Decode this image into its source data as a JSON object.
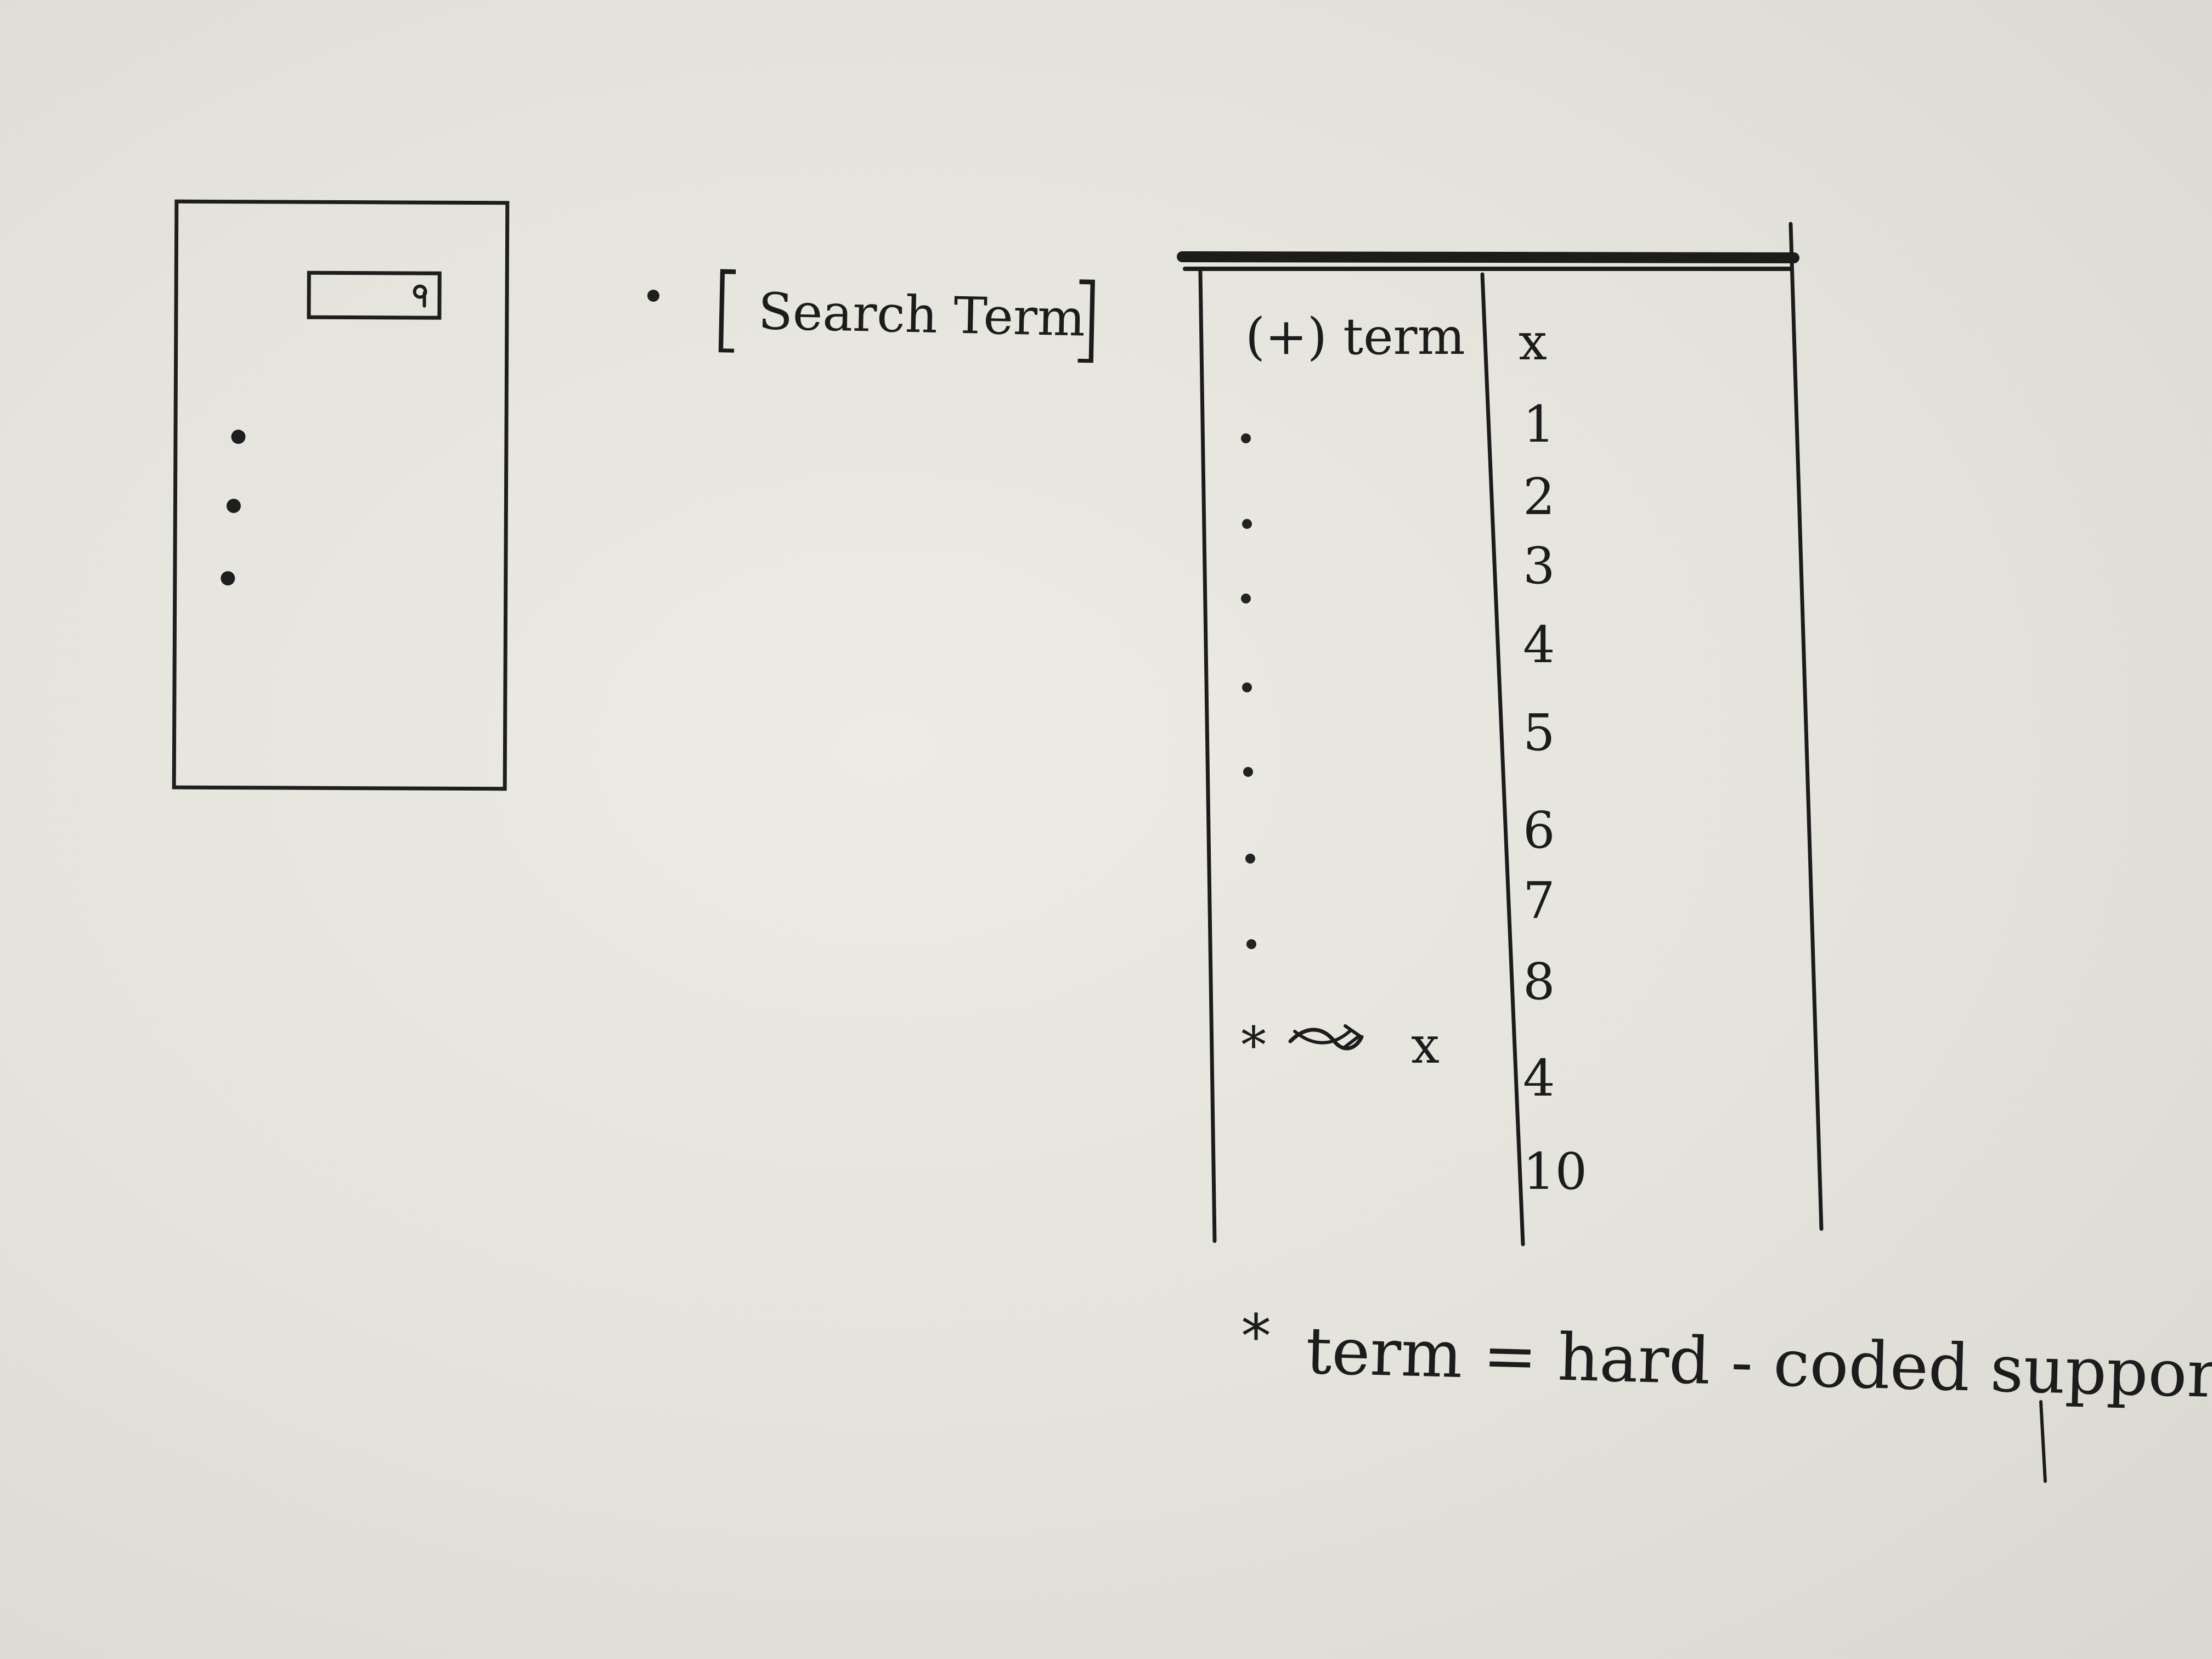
{
  "sketch": {
    "search_term_text": "Search Term",
    "table": {
      "term_header": "(+) term",
      "x_header": "x",
      "numbers": [
        "1",
        "2",
        "3",
        "4",
        "5",
        "6",
        "7",
        "8",
        "4",
        "10"
      ],
      "special_row_prefix": "*",
      "special_row_x": "x"
    },
    "footnote": {
      "star": "*",
      "text": "term = hard - coded support"
    },
    "icons": {
      "phone_search": "magnifier-icon"
    }
  }
}
